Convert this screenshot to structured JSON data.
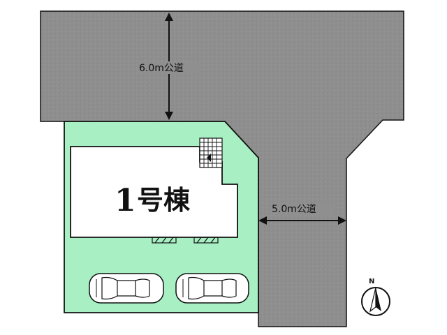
{
  "roads": {
    "north_road": {
      "label": "6.0m公道"
    },
    "east_road": {
      "label": "5.0m公道"
    }
  },
  "building": {
    "label_number": "1",
    "label_suffix": "号棟"
  },
  "compass": {
    "label": "N"
  },
  "colors": {
    "road": "#8f8f8f",
    "lot": "#a8f0c4",
    "building": "#ffffff",
    "outline": "#111111"
  },
  "parking_spaces": 2
}
